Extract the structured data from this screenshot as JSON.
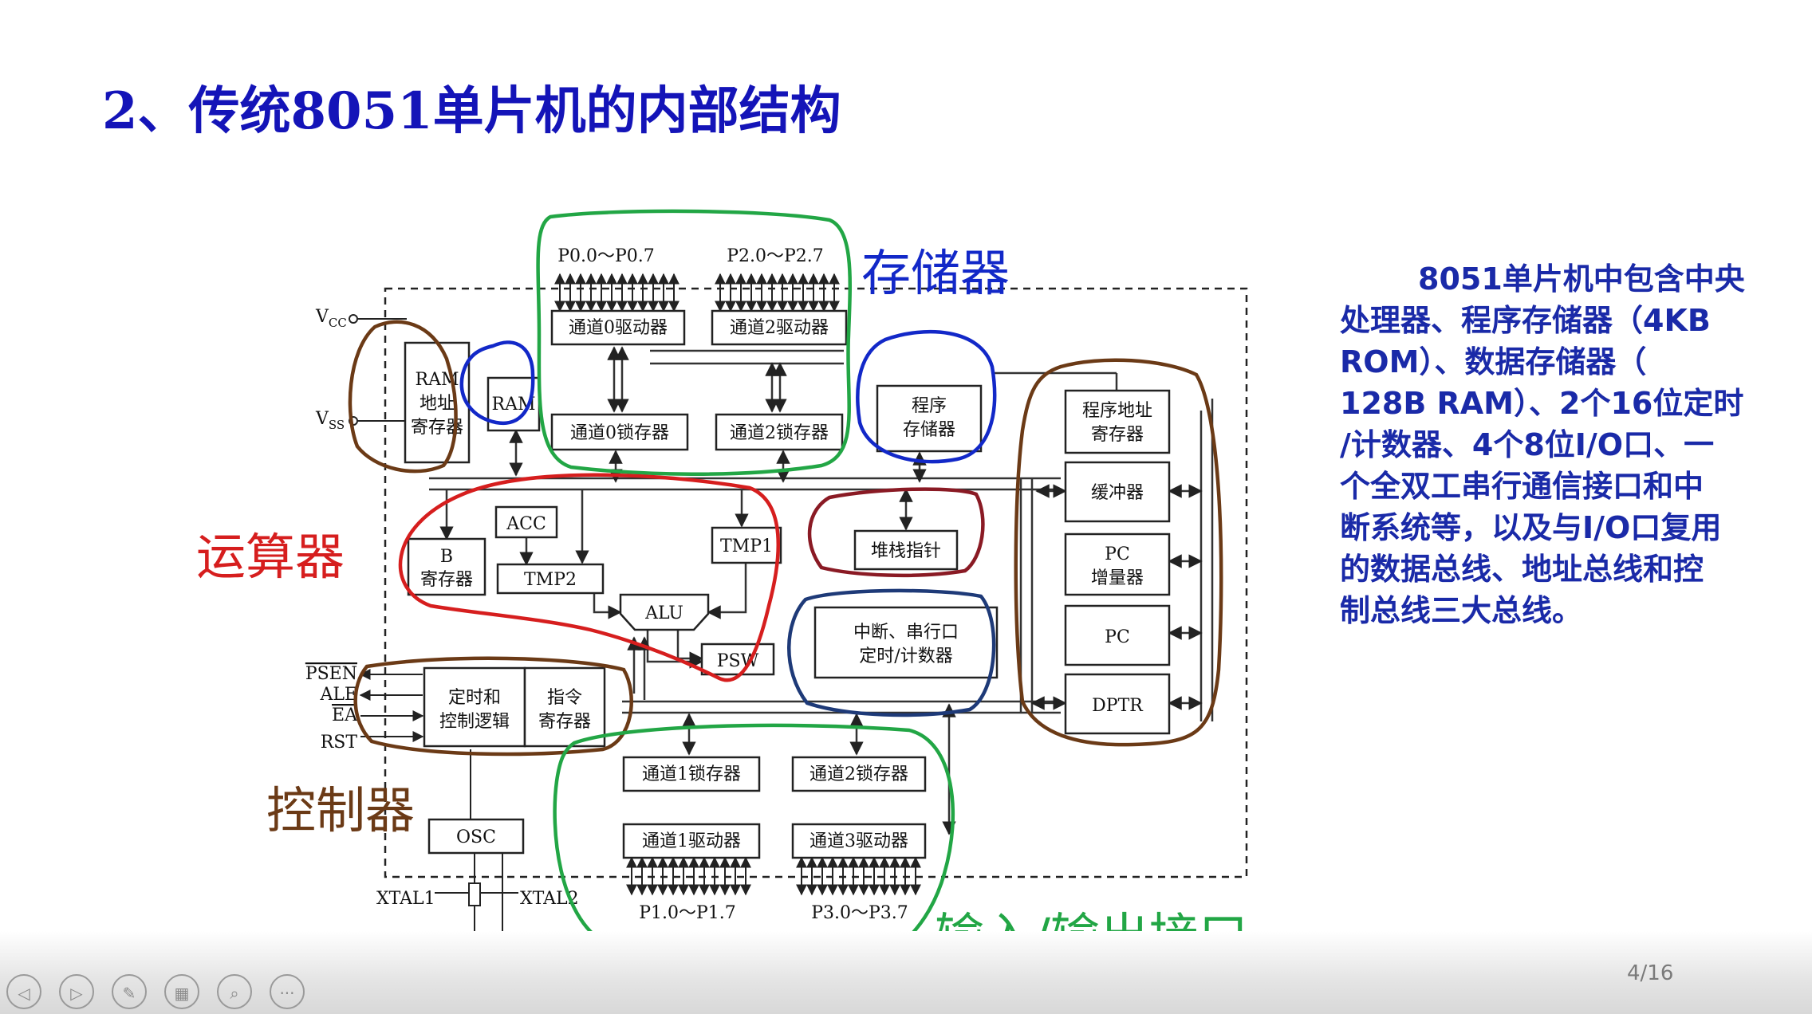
{
  "slide": {
    "title": "2、传统8051单片机的内部结构",
    "description_lines": [
      "8051单片机中包含中央",
      "处理器、程序存储器（4KB",
      "ROM）、数据存储器（",
      "128B RAM）、2个16位定时",
      "/计数器、4个8位I/O口、一",
      "个全双工串行通信接口和中",
      "断系统等，以及与I/O口复用",
      "的数据总线、地址总线和控",
      "制总线三大总线。"
    ]
  },
  "diagram": {
    "ports": {
      "p0": "P0.0～P0.7",
      "p2": "P2.0～P2.7",
      "p1": "P1.0～P1.7",
      "p3": "P3.0～P3.7"
    },
    "blocks": {
      "ch0_driver": "通道0驱动器",
      "ch2_driver": "通道2驱动器",
      "ch0_latch": "通道0锁存器",
      "ch2_latch": "通道2锁存器",
      "ram_addr_reg": [
        "RAM",
        "地址",
        "寄存器"
      ],
      "ram": "RAM",
      "prog_mem": [
        "程序",
        "存储器"
      ],
      "prog_addr_reg": [
        "程序地址",
        "寄存器"
      ],
      "buffer": "缓冲器",
      "pc_incr": [
        "PC",
        "增量器"
      ],
      "pc": "PC",
      "dptr": "DPTR",
      "acc": "ACC",
      "b_reg": [
        "B",
        "寄存器"
      ],
      "tmp2": "TMP2",
      "tmp1": "TMP1",
      "alu": "ALU",
      "psw": "PSW",
      "stack_ptr": "堆栈指针",
      "int_serial": [
        "中断、串行口",
        "定时/计数器"
      ],
      "timing_ctrl": [
        "定时和",
        "控制逻辑"
      ],
      "instr_reg": [
        "指令",
        "寄存器"
      ],
      "ch1_latch": "通道1锁存器",
      "ch2_latch_b": "通道2锁存器",
      "ch1_driver": "通道1驱动器",
      "ch3_driver": "通道3驱动器",
      "osc": "OSC"
    },
    "pins": {
      "vcc": "V",
      "vcc_sub": "CC",
      "vss": "V",
      "vss_sub": "SS",
      "psen": "PSEN",
      "ale": "ALE",
      "ea": "EA",
      "rst": "RST",
      "xtal1": "XTAL1",
      "xtal2": "XTAL2"
    }
  },
  "annotations": {
    "memory": "存储器",
    "alu_group": "运算器",
    "controller": "控制器",
    "io": "输入/输出接口",
    "colors": {
      "green": "#22a645",
      "blue": "#1228c8",
      "red": "#d61e1e",
      "brown": "#6b3a16",
      "darkred": "#8a1a24",
      "navy": "#1e3a78"
    }
  },
  "toolbar": {
    "icons": [
      "prev-icon",
      "next-icon",
      "pen-icon",
      "slides-icon",
      "zoom-icon",
      "more-icon"
    ],
    "page_counter": "4/16"
  }
}
